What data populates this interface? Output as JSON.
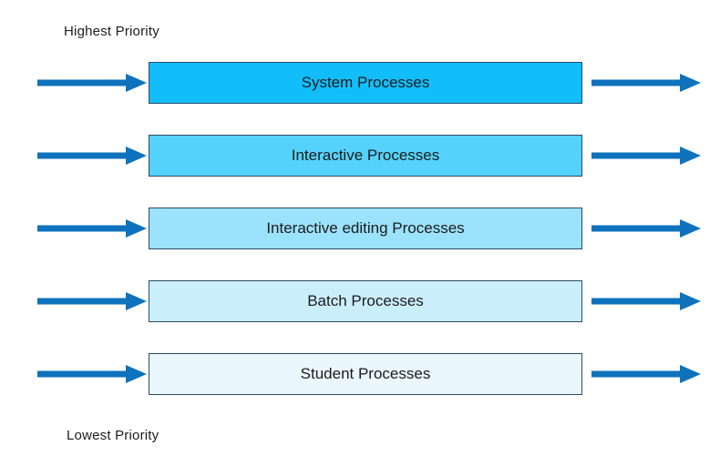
{
  "diagram": {
    "title_top": "Highest Priority",
    "title_bottom": "Lowest Priority",
    "queues": [
      {
        "label": "System Processes",
        "fill": "#12befa"
      },
      {
        "label": "Interactive Processes",
        "fill": "#55d2fb"
      },
      {
        "label": "Interactive editing Processes",
        "fill": "#9be2fd"
      },
      {
        "label": "Batch Processes",
        "fill": "#cbeefb"
      },
      {
        "label": "Student Processes",
        "fill": "#eaf7fd"
      }
    ],
    "colors": {
      "arrow": "#0e72bc",
      "border": "#2c4a66",
      "text": "#1c1c1c",
      "background": "#ffffff"
    }
  }
}
